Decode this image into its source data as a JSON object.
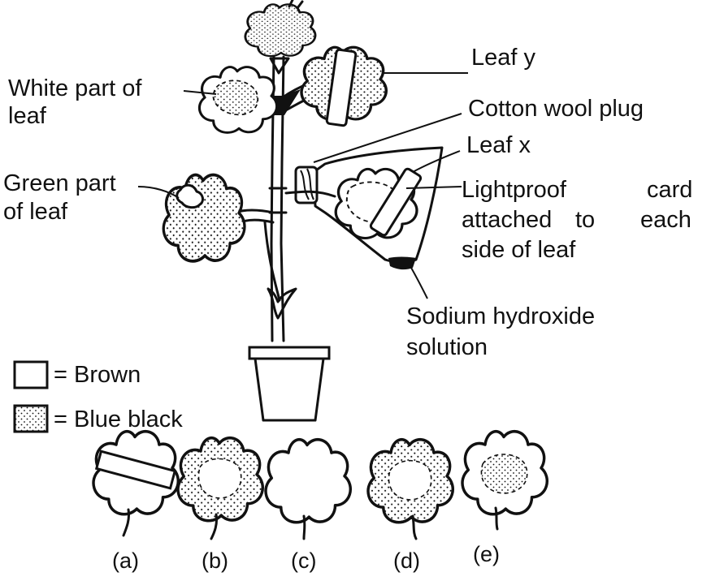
{
  "labels": {
    "leaf_y": "Leaf y",
    "white_part": [
      "White part of",
      "leaf"
    ],
    "cotton_wool": "Cotton wool plug",
    "leaf_x": "Leaf x",
    "green_part": [
      "Green part",
      "of leaf"
    ],
    "lightproof": [
      "Lightproof",
      "card",
      "attached",
      "to",
      "each",
      "side of leaf"
    ],
    "sodium": [
      "Sodium hydroxide",
      "solution"
    ]
  },
  "legend": {
    "brown": "= Brown",
    "blue_black": "= Blue black"
  },
  "options": [
    "(a)",
    "(b)",
    "(c)",
    "(d)",
    "(e)"
  ]
}
